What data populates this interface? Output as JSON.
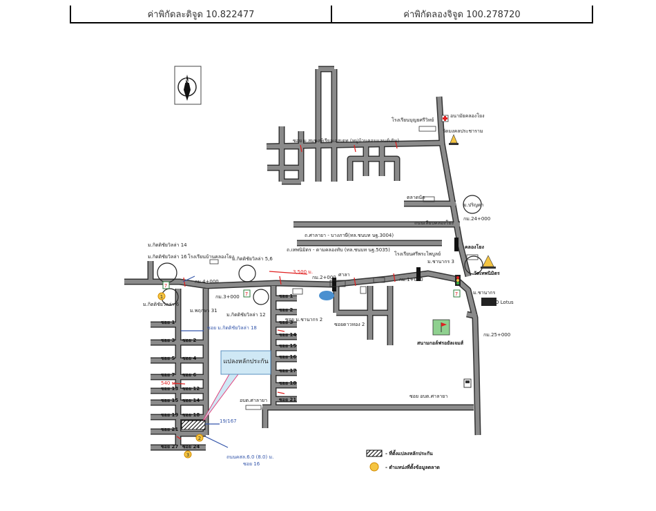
{
  "coords": {
    "lat": "ค่าพิกัดละติจูด 10.822477",
    "lng": "ค่าพิกัดลองจิจูด 100.278720"
  },
  "compass": {
    "letter": "N",
    "icon": "compass-north-icon"
  },
  "labels": {
    "school_top": "โรงเรียนบุญยศรีวิทย์",
    "hospital": "อนามัยคลองโยง",
    "temple_top": "วัดมงคลประชาราม",
    "soi_top": "ซอย ม.สมพงษ์เรียลเอสเตท (หมู่บ้านคอนแลนด์เดิม)",
    "market": "ตลาดนัด",
    "m_prin": "ม.ปริญดา",
    "km24": "กม.24+000",
    "rd_khlongyong": "ถนนเลียบคลองโยง",
    "rd_salaya": "ถ.ศาลายา - บางภาษี(ทล.ชนบท นฐ.3004)",
    "khlongyong": "คลองโยง",
    "rd_phutthamonthon": "ถ.เทพนิมิตร - ดามคลองทับ (ทล.ชนบท นฐ.5035)",
    "school_right": "โรงเรียนศรีพระไพบูลย์",
    "m_chanakorn3": "ม.ชานากร 3",
    "wat_thep": "วัดเทพนิมิตร",
    "m_chanakorn": "ม.ชานากร",
    "tesco": "TESCO Lotus",
    "km25": "กม.25+000",
    "golf": "สนามกอล์ฟรอยัลเจมส์",
    "soi_kaewtong": "ซอยดาวทอง 2",
    "m_kit14": "ม.กิตติชัยวิลล่า 14",
    "m_kit16": "ม.กิตติชัยวิลล่า 16",
    "school_left": "โรงเรียนบ้านคลองโยง",
    "m_kit56": "ม.กิตติชัยวิลล่า 5,6",
    "km4": "กม.4+000",
    "km3": "กม.3+000",
    "km2": "กม.2+000",
    "km1": "กม.1+000",
    "dist_3500": "3,500 ม.",
    "salaya_label": "ศาลา",
    "m_kit6": "ม.กิตติชัยวิลล่า 6",
    "m_prueksa31": "ม.พฤกษา 31",
    "m_kit12": "ม.กิตติชัยวิลล่า 12",
    "soi_m_chanakorn2": "ซอย ม.ชานากร 2",
    "soi_m_kit18": "ซอย ม.กิตติชัยวิลล่า 18",
    "plot_callout": "แปลงหลักประกัน",
    "dist_540": "540 ม.",
    "ob_salaya": "อบต.ศาลายา",
    "soi_ob_salaya": "ซอย อบต.ศาลายา",
    "house_no": "19/167",
    "rd_bottom": "ถนนคสล.6.0 (8.0) ม.",
    "soi16_bottom": "ซอย 16",
    "soi_left": [
      "ซอย 1",
      "ซอย 3",
      "ซอย 5",
      "ซอย 7",
      "ซอย 13",
      "ซอย 15",
      "ซอย 19",
      "ซอย 21",
      "ซอย 27"
    ],
    "soi_mid": [
      "ซอย 2",
      "ซอย 4",
      "ซอย 6",
      "ซอย 12",
      "ซอย 14",
      "ซอย 18",
      "ซอย 24"
    ],
    "soi_right": [
      "ซอย 1",
      "ซอย 2",
      "ซอย 3",
      "ซอย 14",
      "ซอย 15",
      "ซอย 16",
      "ซอย 17",
      "ซอย 18",
      "ซอย 21"
    ],
    "km_road": "กม.1+000",
    "marker_1": "1",
    "marker_2": "2",
    "marker_3": "3"
  },
  "legend": {
    "plot": "- ที่ตั้งแปลงหลักประกัน",
    "comparable": "- ตำแหน่งที่ตั้งข้อมูลตลาด"
  },
  "colors": {
    "road": "#8a8a8a",
    "road_edge": "#333333",
    "accent_red": "#e02020",
    "accent_blue": "#3355aa",
    "callout": "#cfe8f5",
    "marker": "#f5c542"
  }
}
